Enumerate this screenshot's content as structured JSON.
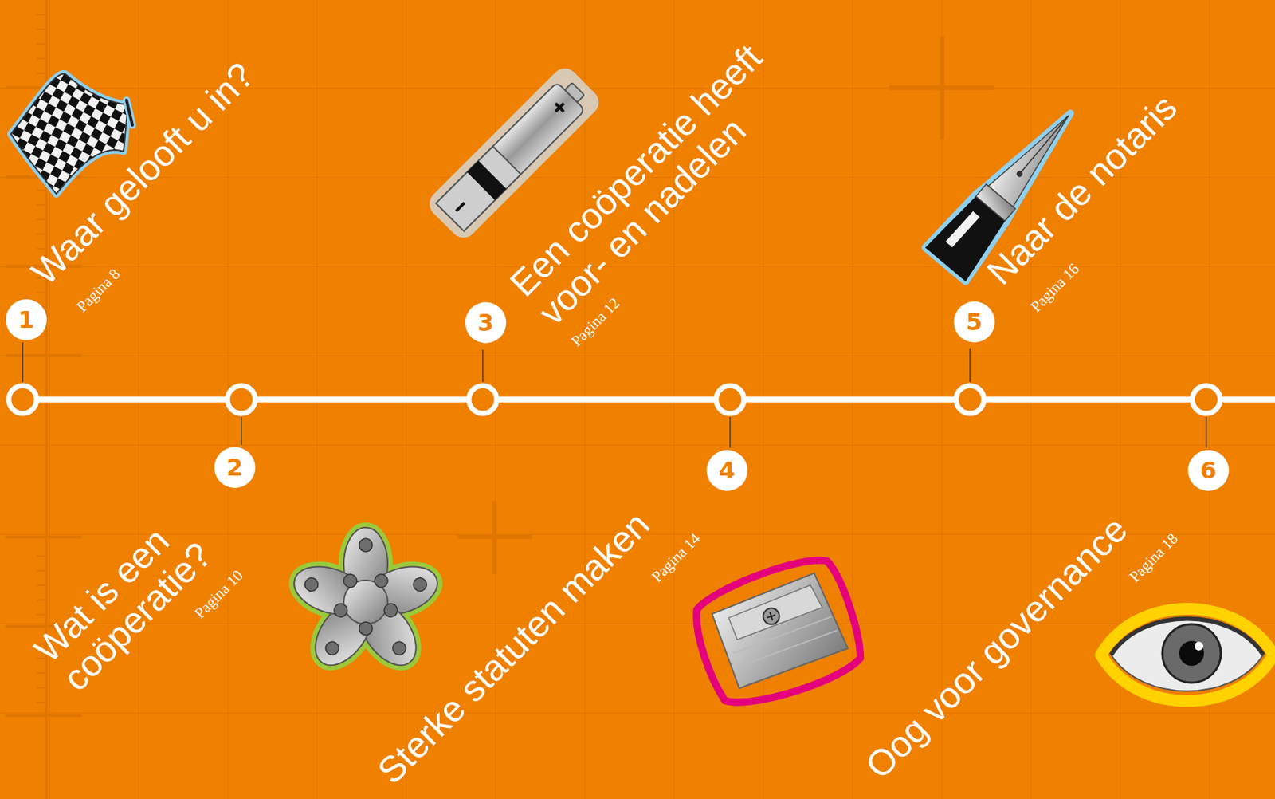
{
  "diagram": {
    "nodes": [
      {
        "text": [
          "1"
        ]
      },
      {
        "text": [
          "2"
        ]
      },
      {
        "text": [
          "3"
        ]
      },
      {
        "text": [
          "4"
        ]
      },
      {
        "text": [
          "5"
        ]
      },
      {
        "text": [
          "6"
        ]
      }
    ],
    "labels": [
      "Waar gelooft u in?",
      "Pagina 8",
      "Wat is een coöperatie?",
      "Pagina 10",
      "Een coöperatie heeft voor- en nadelen",
      "Pagina 12",
      "Sterke statuten maken",
      "Pagina 14",
      "Naar de notaris",
      "Pagina 16",
      "Oog voor governance",
      "Pagina 18"
    ]
  }
}
